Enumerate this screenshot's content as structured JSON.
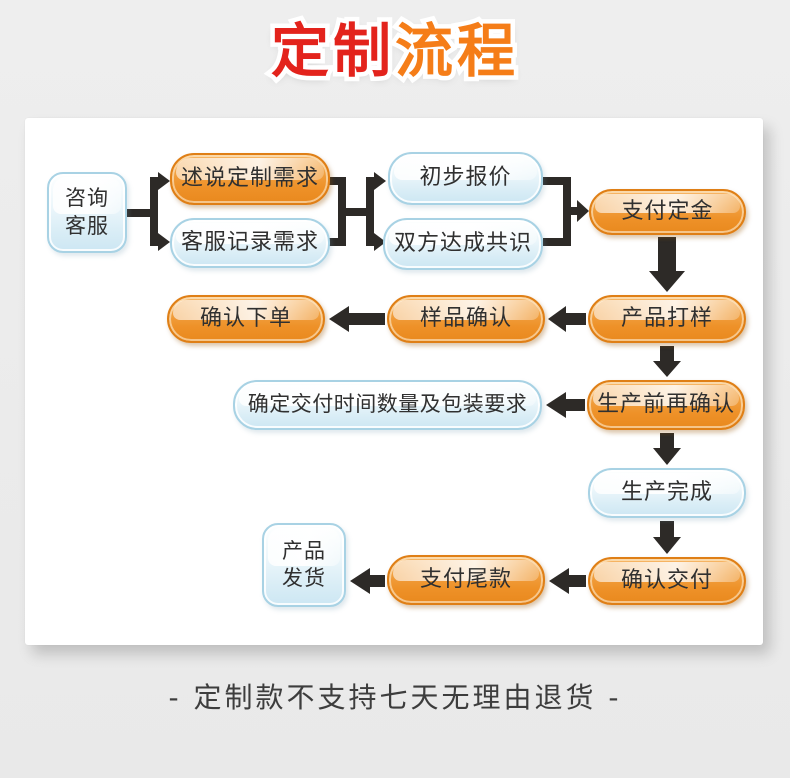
{
  "title": {
    "text_red": "定制",
    "text_orange": "流程"
  },
  "flowchart": {
    "nodes": {
      "consult": {
        "label": "咨询\n客服",
        "style": "blue-square"
      },
      "state_requirements": {
        "label": "述说定制需求",
        "style": "orange-pill"
      },
      "record_requirements": {
        "label": "客服记录需求",
        "style": "blue-pill"
      },
      "initial_quote": {
        "label": "初步报价",
        "style": "blue-pill"
      },
      "consensus": {
        "label": "双方达成共识",
        "style": "blue-pill"
      },
      "pay_deposit": {
        "label": "支付定金",
        "style": "orange-pill"
      },
      "sampling": {
        "label": "产品打样",
        "style": "orange-pill"
      },
      "sample_confirm": {
        "label": "样品确认",
        "style": "orange-pill"
      },
      "confirm_order": {
        "label": "确认下单",
        "style": "orange-pill"
      },
      "delivery_details": {
        "label": "确定交付时间数量及包装要求",
        "style": "blue-pill-wide"
      },
      "reconfirm": {
        "label": "生产前再确认",
        "style": "orange-pill"
      },
      "production_done": {
        "label": "生产完成",
        "style": "blue-pill"
      },
      "confirm_delivery": {
        "label": "确认交付",
        "style": "orange-pill"
      },
      "pay_balance": {
        "label": "支付尾款",
        "style": "orange-pill"
      },
      "shipment": {
        "label": "产品\n发货",
        "style": "blue-square"
      }
    }
  },
  "footer": {
    "note": "- 定制款不支持七天无理由退货 -"
  },
  "colors": {
    "title_red": "#e3231c",
    "title_orange": "#f57d18",
    "orange_node_fill": "#f09a33",
    "orange_node_border": "#df7f16",
    "blue_node_fill": "#d9edf6",
    "blue_node_border": "#a8d2e4",
    "connector": "#2d2a27",
    "panel_bg": "#ffffff",
    "page_bg": "#ececec",
    "node_text": "#303030",
    "footer_text": "#3d3d3d"
  }
}
